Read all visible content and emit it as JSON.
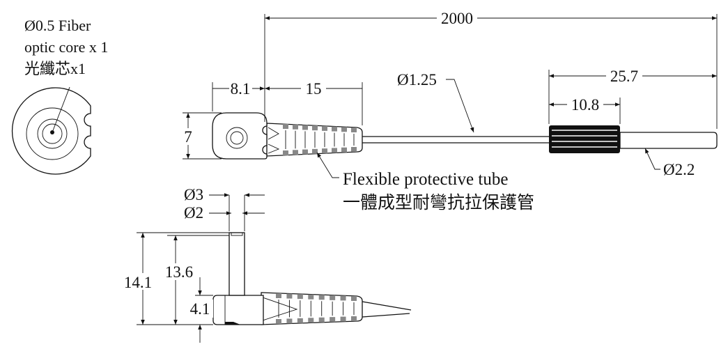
{
  "labels": {
    "core_line1": "Ø0.5 Fiber",
    "core_line2": "optic core x 1",
    "core_line3": "光纖芯x1",
    "tube_en": "Flexible protective tube",
    "tube_zh": "一體成型耐彎抗拉保護管"
  },
  "dimensions": {
    "total_length": "2000",
    "head_width": "8.1",
    "boot_length": "15",
    "cable_diameter": "Ø1.25",
    "tip_length": "25.7",
    "sleeve_length": "10.8",
    "tip_diameter": "Ø2.2",
    "head_height": "7",
    "outer_diameter": "Ø3",
    "inner_diameter": "Ø2",
    "total_height": "14.1",
    "pin_height": "13.6",
    "body_height": "4.1"
  },
  "colors": {
    "line": "#111111",
    "background": "#ffffff"
  }
}
